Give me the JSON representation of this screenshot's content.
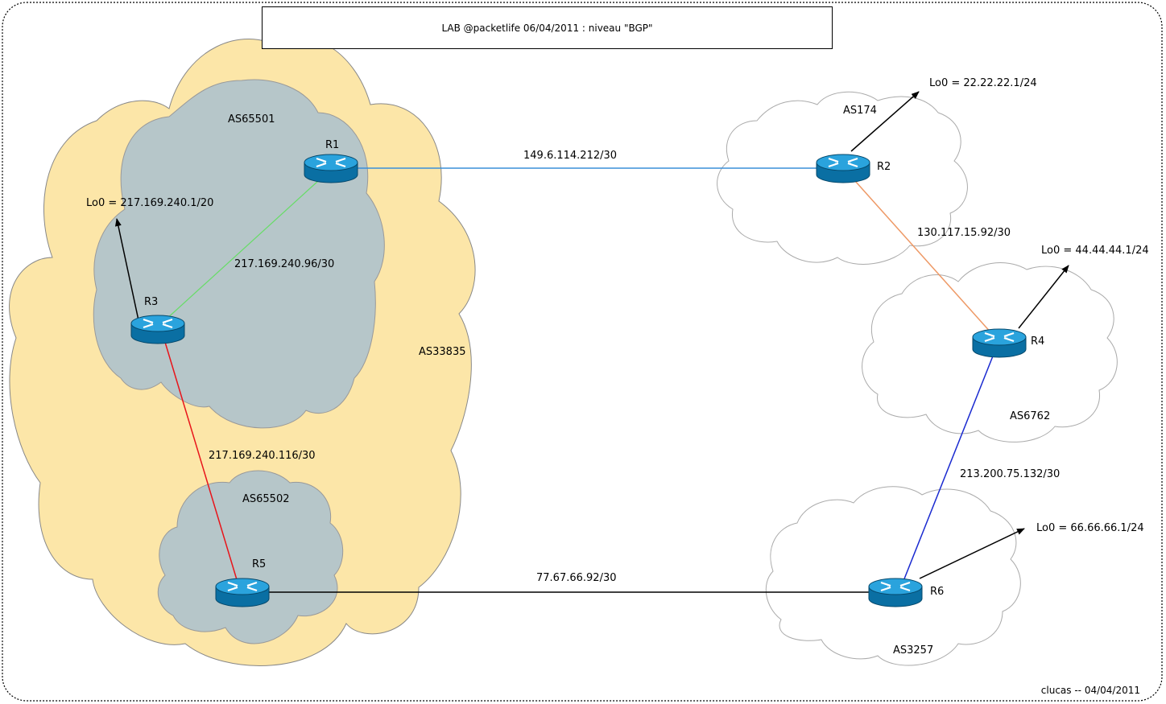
{
  "title": "LAB @packetlife 06/04/2011 : niveau \"BGP\"",
  "credit": "clucas -- 04/04/2011",
  "as_labels": {
    "as33835": "AS33835",
    "as65501": "AS65501",
    "as65502": "AS65502",
    "as174": "AS174",
    "as6762": "AS6762",
    "as3257": "AS3257"
  },
  "routers": {
    "r1": "R1",
    "r2": "R2",
    "r3": "R3",
    "r4": "R4",
    "r5": "R5",
    "r6": "R6"
  },
  "links": {
    "r1_r2": "149.6.114.212/30",
    "r1_r3": "217.169.240.96/30",
    "r3_r5": "217.169.240.116/30",
    "r2_r4": "130.117.15.92/30",
    "r4_r6": "213.200.75.132/30",
    "r5_r6": "77.67.66.92/30"
  },
  "loopbacks": {
    "r2": "Lo0 = 22.22.22.1/24",
    "r3": "Lo0 = 217.169.240.1/20",
    "r4": "Lo0 = 44.44.44.1/24",
    "r6": "Lo0 = 66.66.66.1/24"
  },
  "colors": {
    "as33835_fill": "#fce6a8",
    "inner_as_fill": "#b6c6c9",
    "external_as_fill": "#ffffff",
    "link_r1_r2": "#3a8fd9",
    "link_r1_r3": "#66dd66",
    "link_r3_r5": "#e8141a",
    "link_r2_r4": "#ee9966",
    "link_r4_r6": "#1a2ad0",
    "link_r5_r6": "#000000",
    "router_body": "#1b8fc7"
  }
}
